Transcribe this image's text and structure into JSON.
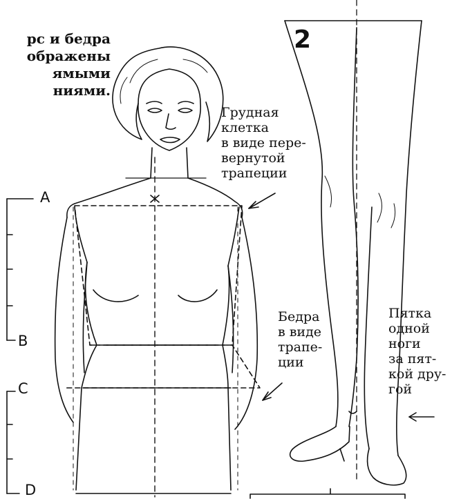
{
  "figure_number": "2",
  "caption_top_left": [
    "рс и бедра",
    "ображены",
    "ямыми",
    "ниями."
  ],
  "chest_note": [
    "Грудная",
    "клетка",
    "в виде пере-",
    "вернутой",
    "трапеции"
  ],
  "hips_note": [
    "Бедра",
    "в виде",
    "трапе-",
    "ции"
  ],
  "heel_note": [
    "Пятка",
    "одной",
    "ноги",
    "за пят-",
    "кой дру-",
    "гой"
  ],
  "axis_labels": {
    "a": "A",
    "b": "B",
    "c": "C",
    "d": "D"
  },
  "colors": {
    "ink": "#111111",
    "paper": "#ffffff"
  }
}
